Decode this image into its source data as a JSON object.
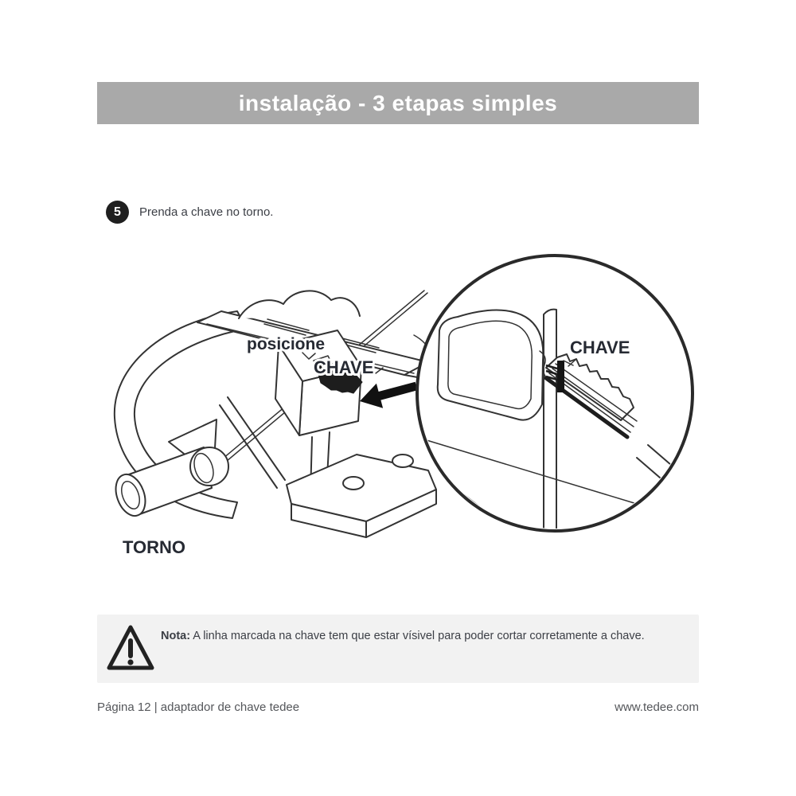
{
  "header": {
    "title": "instalação - 3 etapas simples"
  },
  "step": {
    "number": "5",
    "text": "Prenda a chave no torno."
  },
  "illustration": {
    "labels": {
      "posicione": "posicione",
      "chave_main": "CHAVE",
      "chave_zoom": "CHAVE",
      "torno": "TORNO"
    },
    "icons": [
      "magnifier-circle",
      "arrow-left",
      "vise-drawing",
      "key-drawing"
    ]
  },
  "note": {
    "label": "Nota:",
    "text": " A linha marcada na chave tem que estar vísivel para poder cortar corretamente a chave.",
    "icon": "warning-triangle-icon"
  },
  "footer": {
    "left": "Página 12 | adaptador de chave tedee",
    "right": "www.tedee.com"
  },
  "colors": {
    "banner_bg": "#a9a9a9",
    "banner_text": "#ffffff",
    "step_circle": "#1f1f1f",
    "ink": "#3b3e45",
    "lineart": "#333333",
    "note_bg": "#f2f2f2",
    "footer_text": "#54565a"
  }
}
